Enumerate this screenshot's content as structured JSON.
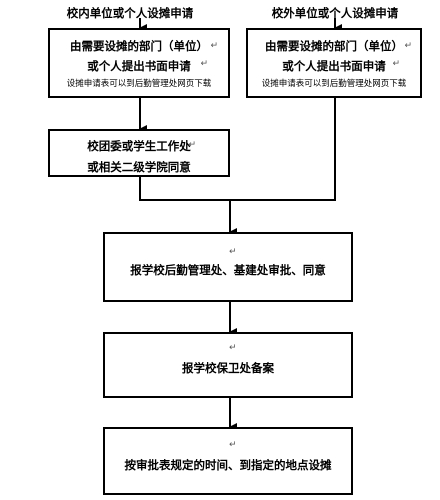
{
  "sources": {
    "left_title": "校内单位或个人设摊申请",
    "right_title": "校外单位或个人设摊申请"
  },
  "boxes": {
    "left_request": {
      "line1": "由需要设摊的部门（单位）",
      "line2": "或个人提出书面申请",
      "note": "设摊申请表可以到后勤管理处网页下载"
    },
    "right_request": {
      "line1": "由需要设摊的部门（单位）",
      "line2": "或个人提出书面申请",
      "note": "设摊申请表可以到后勤管理处网页下载"
    },
    "approval": {
      "line1": "校团委或学生工作处",
      "line2": "或相关二级学院同意"
    },
    "logistics": {
      "text": "报学校后勤管理处、基建处审批、同意"
    },
    "security": {
      "text": "报学校保卫处备案"
    },
    "final": {
      "text": "按审批表规定的时间、到指定的地点设摊"
    }
  },
  "paragraph_mark": "↵"
}
